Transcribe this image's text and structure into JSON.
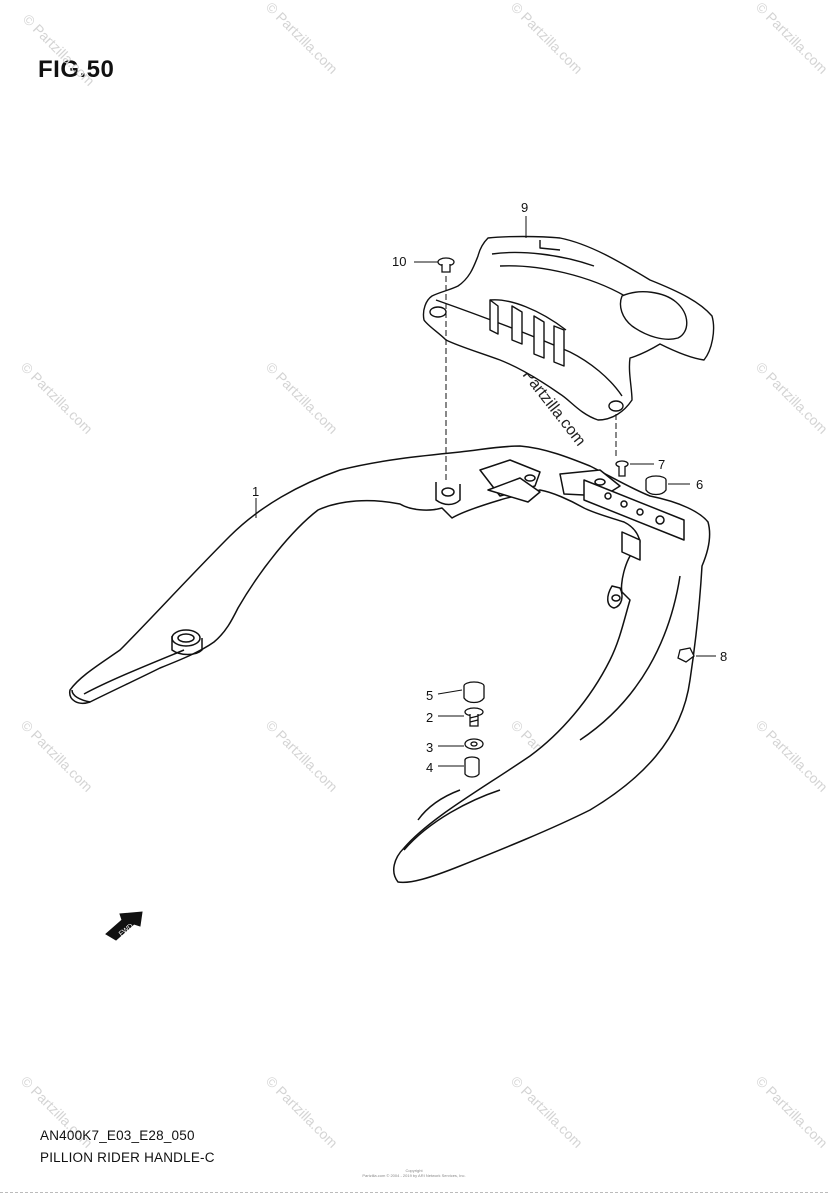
{
  "figure": {
    "title": "FIG.50",
    "model_code": "AN400K7_E03_E28_050",
    "caption": "PILLION RIDER HANDLE-C"
  },
  "callouts": [
    {
      "label": "1"
    },
    {
      "label": "2"
    },
    {
      "label": "3"
    },
    {
      "label": "4"
    },
    {
      "label": "5"
    },
    {
      "label": "6"
    },
    {
      "label": "7"
    },
    {
      "label": "8"
    },
    {
      "label": "9"
    },
    {
      "label": "10"
    }
  ],
  "watermark": {
    "text": "© Partzilla.com",
    "center_text": "© Partzilla.com"
  },
  "direction_arrow": {
    "label": "FWD"
  },
  "copyright": {
    "line1": "Copyright",
    "line2": "Partzilla.com © 2004 - 2019 by ARI Network Services, Inc."
  },
  "colors": {
    "line": "#111111",
    "watermark": "#d4d4d4"
  }
}
